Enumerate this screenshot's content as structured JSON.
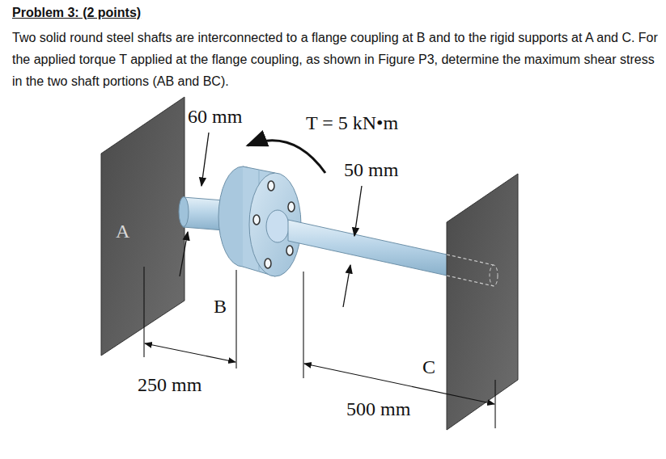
{
  "diagram": {
    "title": "Problem 3: (2 points)",
    "labels": [
      "Two solid round steel shafts are interconnected to a flange coupling at B and to the rigid supports at A and C. For the applied torque T applied at the flange coupling, as shown in Figure P3, determine the maximum shear stress in the two shaft portions (AB and BC).",
      "60 mm",
      "T = 5 kN•m",
      "50 mm",
      "A",
      "B",
      "C",
      "250 mm",
      "500 mm"
    ]
  }
}
